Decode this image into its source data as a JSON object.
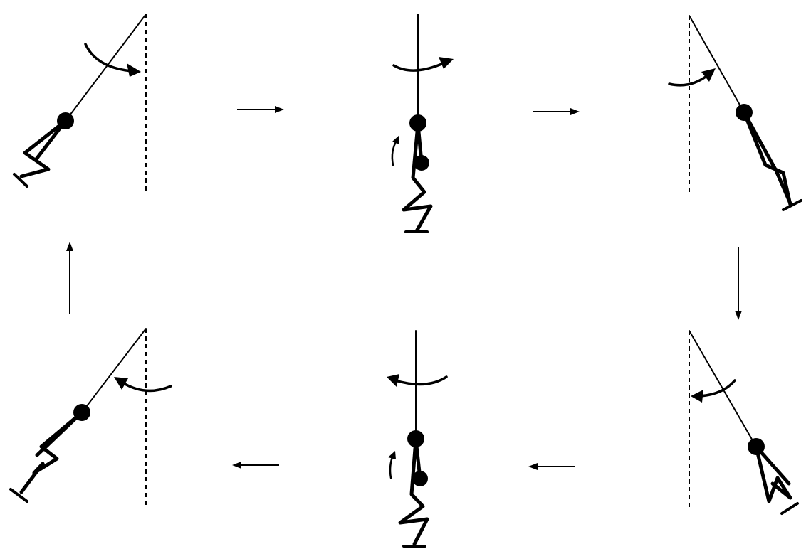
{
  "diagram": {
    "frames": [
      {
        "id": "top-left",
        "swing_direction": "toward-vertical",
        "figure_pose": "legs-bent"
      },
      {
        "id": "top-middle",
        "swing_direction": "right",
        "figure_pose": "standing-raised-head"
      },
      {
        "id": "top-right",
        "swing_direction": "toward-vertical",
        "figure_pose": "legs-straight"
      },
      {
        "id": "bottom-right",
        "swing_direction": "toward-vertical",
        "figure_pose": "legs-bent"
      },
      {
        "id": "bottom-middle",
        "swing_direction": "left",
        "figure_pose": "standing-raised-head"
      },
      {
        "id": "bottom-left",
        "swing_direction": "toward-vertical",
        "figure_pose": "legs-straight"
      }
    ],
    "cycle_order": [
      "top-left",
      "top-middle",
      "top-right",
      "bottom-right",
      "bottom-middle",
      "bottom-left"
    ]
  }
}
